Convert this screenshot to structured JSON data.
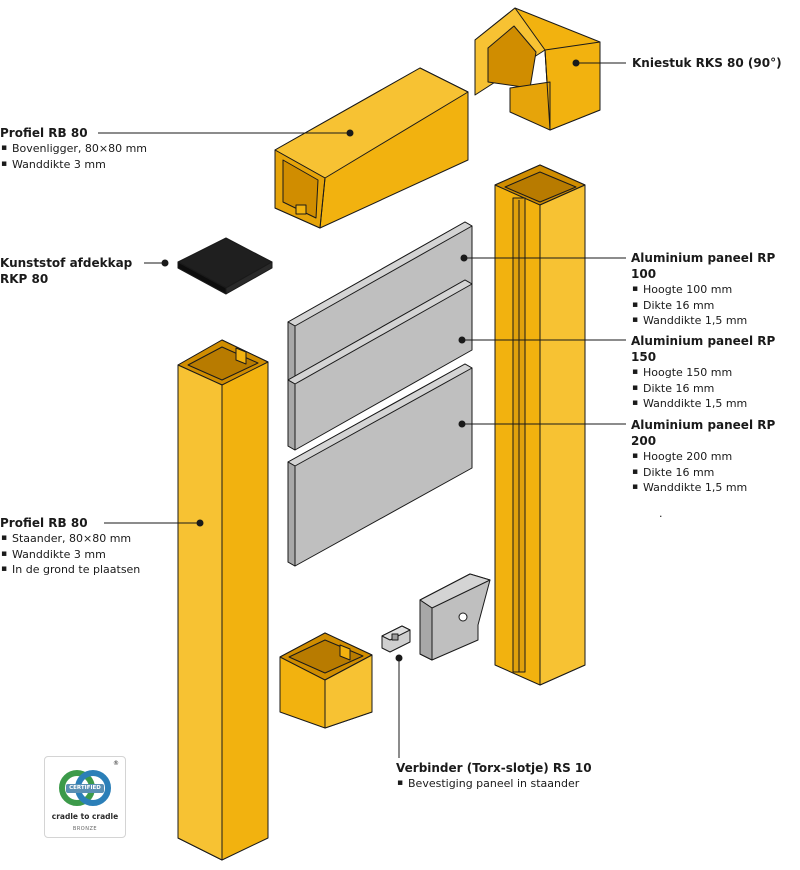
{
  "colors": {
    "profile_yellow": "#f2b20f",
    "profile_dark": "#d08d00",
    "panel_grey": "#bfbfbf",
    "cap_black": "#1a1a1a"
  },
  "labels": {
    "kniestuk": {
      "title": "Kniestuk RKS 80 (90°)"
    },
    "profiel_top": {
      "title": "Profiel RB 80",
      "bullets": [
        "Bovenligger, 80×80 mm",
        "Wanddikte 3 mm"
      ]
    },
    "afdekkap": {
      "title_line1": "Kunststof afdekkap",
      "title_line2": "RKP 80"
    },
    "paneel_100": {
      "title": "Aluminium paneel RP 100",
      "bullets": [
        "Hoogte 100 mm",
        "Dikte 16 mm",
        "Wanddikte 1,5 mm"
      ]
    },
    "paneel_150": {
      "title": "Aluminium paneel RP 150",
      "bullets": [
        "Hoogte 150 mm",
        "Dikte 16 mm",
        "Wanddikte 1,5 mm"
      ]
    },
    "paneel_200": {
      "title": "Aluminium paneel RP 200",
      "bullets": [
        "Hoogte 200 mm",
        "Dikte 16 mm",
        "Wanddikte 1,5 mm"
      ]
    },
    "profiel_post": {
      "title": "Profiel RB 80",
      "bullets": [
        "Staander, 80×80 mm",
        "Wanddikte 3 mm",
        "In de grond te plaatsen"
      ]
    },
    "verbinder": {
      "title": "Verbinder (Torx-slotje) RS 10",
      "bullets": [
        "Bevestiging paneel in staander"
      ]
    },
    "stray_mark": "."
  },
  "badge": {
    "certified": "CERTIFIED",
    "brand": "cradle to cradle",
    "level": "BRONZE",
    "registered": "®"
  }
}
